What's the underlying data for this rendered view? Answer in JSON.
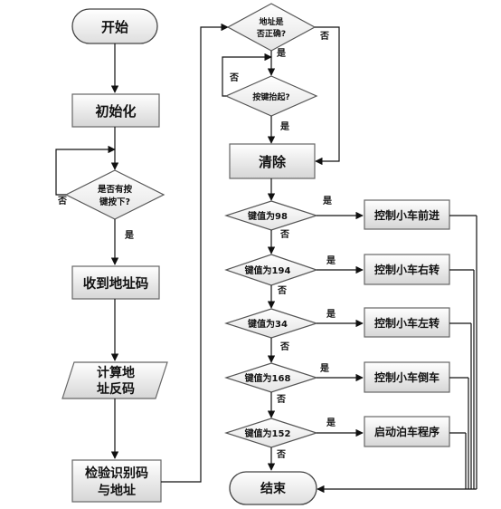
{
  "left_column": {
    "start": "开始",
    "init": "初始化",
    "decision_key": [
      "是否有按",
      "键按下?"
    ],
    "key_yes": "是",
    "key_no": "否",
    "receive_addr": "收到地址码",
    "compute_inverse": [
      "计算地",
      "址反码"
    ],
    "verify": [
      "检验识别码",
      "与地址"
    ]
  },
  "right_column": {
    "decision_addr": [
      "地址是",
      "否正确?"
    ],
    "addr_yes": "是",
    "addr_no": "否",
    "decision_release": "按键抬起?",
    "release_yes": "是",
    "release_no": "否",
    "clear": "清除",
    "checks": [
      {
        "cond": "键值为98",
        "action": "控制小车前进",
        "yes": "是",
        "no": "否"
      },
      {
        "cond": "键值为194",
        "action": "控制小车右转",
        "yes": "是",
        "no": "否"
      },
      {
        "cond": "键值为34",
        "action": "控制小车左转",
        "yes": "是",
        "no": "否"
      },
      {
        "cond": "键值为168",
        "action": "控制小车倒车",
        "yes": "是",
        "no": "否"
      },
      {
        "cond": "键值为152",
        "action": "启动泊车程序",
        "yes": "是",
        "no": "否"
      }
    ],
    "end": "结束"
  }
}
